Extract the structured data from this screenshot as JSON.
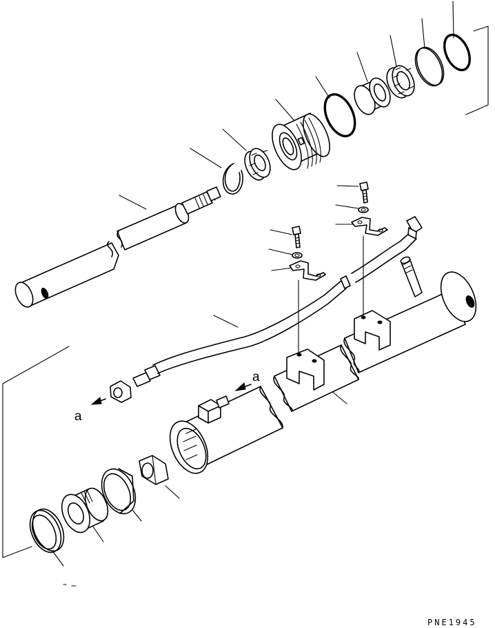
{
  "diagram": {
    "labels": {
      "arrow_upper": "a",
      "arrow_lower": "a"
    },
    "code": "PNE1945"
  }
}
